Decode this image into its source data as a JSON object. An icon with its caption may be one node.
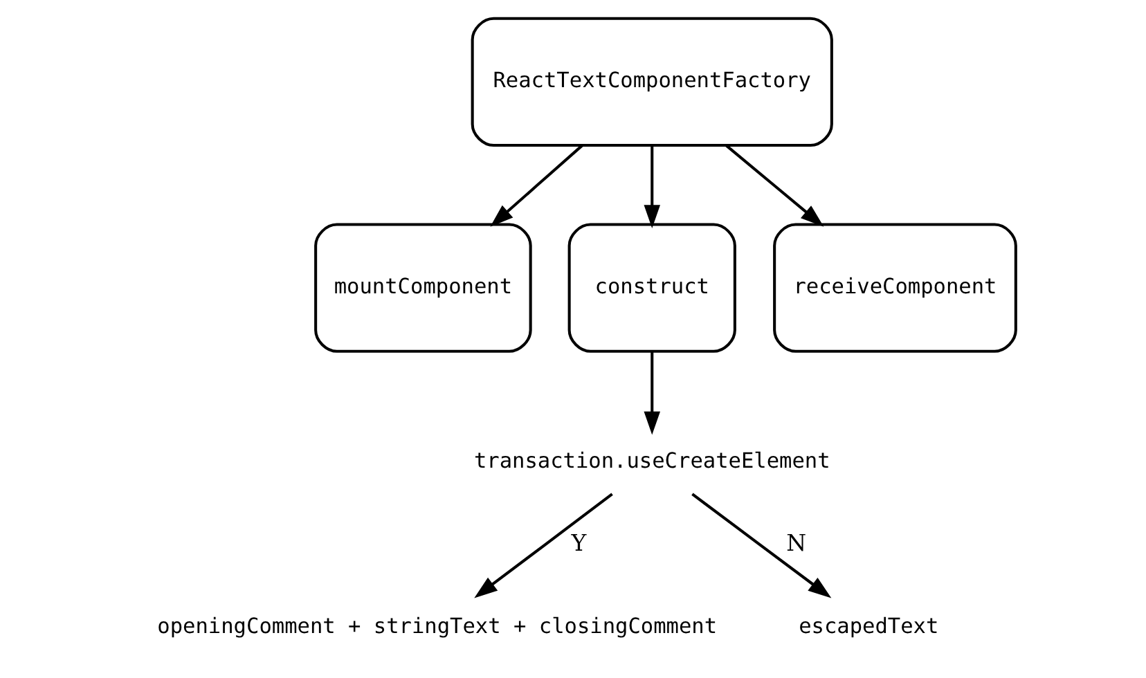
{
  "diagram": {
    "nodes": [
      {
        "text": [
          "ReactTextComponentFactory"
        ]
      },
      {
        "text": [
          "mountComponent"
        ]
      },
      {
        "text": [
          "construct"
        ]
      },
      {
        "text": [
          "receiveComponent"
        ]
      },
      {
        "text": [
          "transaction.useCreateElement"
        ]
      },
      {
        "text": [
          "openingComment + stringText + closingComment"
        ]
      },
      {
        "text": [
          "escapedText"
        ]
      }
    ],
    "edges": [
      {
        "from": 0,
        "to": 1,
        "arrow": "to"
      },
      {
        "from": 0,
        "to": 2,
        "arrow": "to"
      },
      {
        "from": 0,
        "to": 3,
        "arrow": "to"
      },
      {
        "from": 2,
        "to": 4,
        "arrow": "to"
      },
      {
        "from": 4,
        "to": 5,
        "arrow": "to",
        "label": "Y"
      },
      {
        "from": 4,
        "to": 6,
        "arrow": "to",
        "label": "N"
      }
    ]
  }
}
